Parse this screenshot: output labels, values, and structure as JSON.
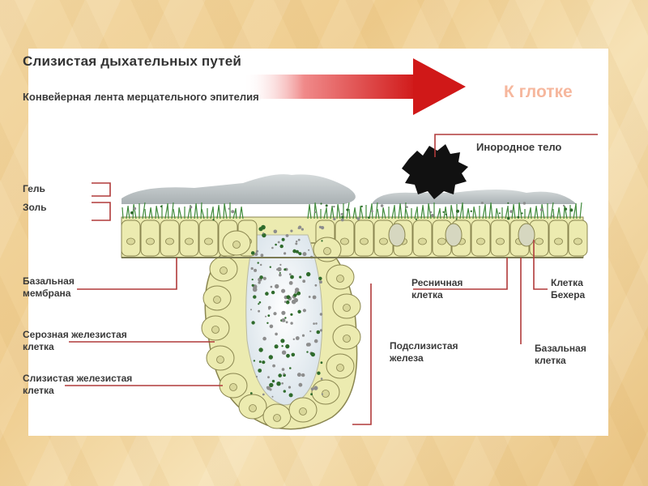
{
  "title": "Слизистая дыхательных путей",
  "subtitle": "Конвейерная лента мерцательного эпителия",
  "direction_label": "К глотке",
  "labels": {
    "foreign_body": "Инородное тело",
    "gel": "Гель",
    "sol": "Золь",
    "basal_membrane": "Базальная\nмембрана",
    "serous_cell": "Серозная железистая\nклетка",
    "mucous_cell": "Слизистая железистая\nклетка",
    "ciliated_cell": "Ресничная\nклетка",
    "goblet_cell": "Клетка\nБехера",
    "submucosal_gland": "Подслизистая\nжелеза",
    "basal_cell": "Базальная\nклетка"
  },
  "colors": {
    "arrow": "#d42020",
    "leader_line": "#b13a3a",
    "cell_fill": "#ecebb0",
    "cell_stroke": "#8a8650",
    "cilia": "#3f8a3a",
    "mucus": "#aeb6b8",
    "foreign_body": "#111111",
    "granule_dark": "#2f6b2c",
    "granule_light": "#8d8d8d"
  }
}
